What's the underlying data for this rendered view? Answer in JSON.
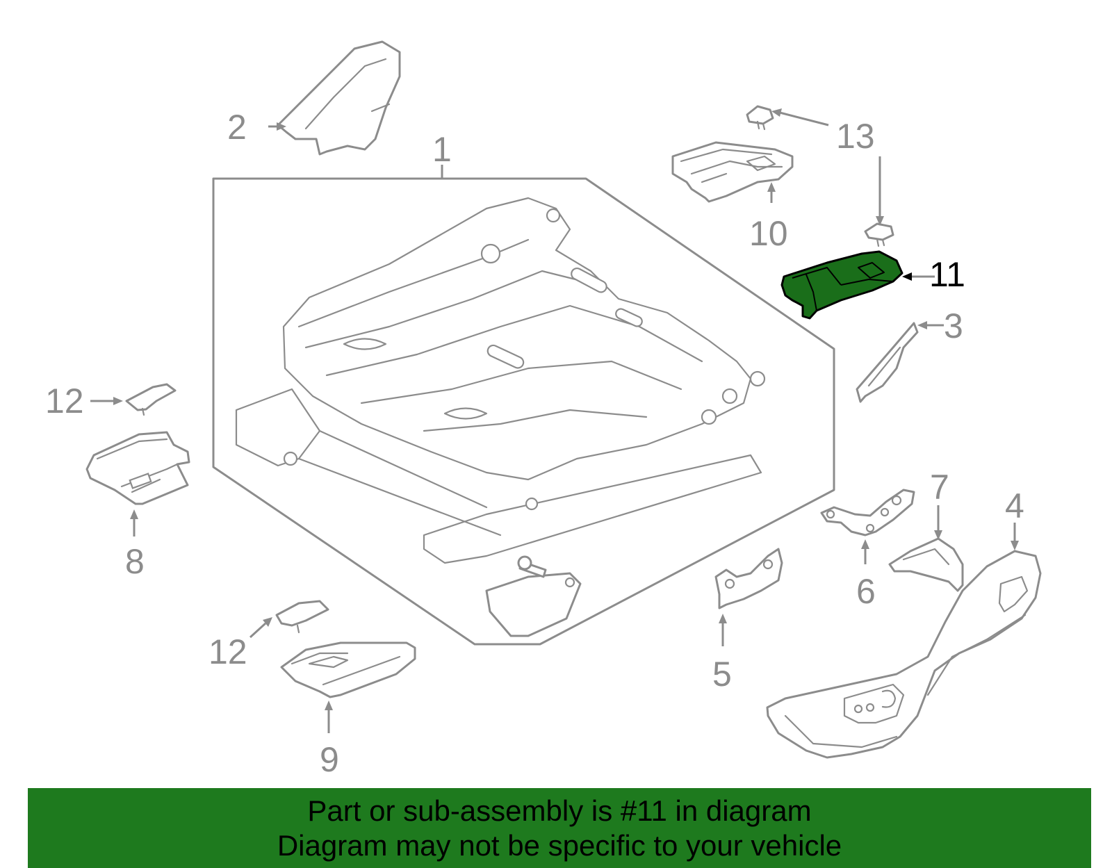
{
  "colors": {
    "banner_bg": "#1e7a1e",
    "highlight_part": "#1a6e1a",
    "line_gray": "#8c8c8c",
    "background": "#ffffff"
  },
  "callouts": {
    "c1": "1",
    "c2": "2",
    "c3": "3",
    "c4": "4",
    "c5": "5",
    "c6": "6",
    "c7": "7",
    "c8": "8",
    "c9": "9",
    "c10": "10",
    "c11": "11",
    "c12a": "12",
    "c12b": "12",
    "c13": "13"
  },
  "highlighted_part": "11",
  "banner": {
    "line1": "Part or sub-assembly is #11 in diagram",
    "line2": "Diagram may not be specific to your vehicle"
  }
}
